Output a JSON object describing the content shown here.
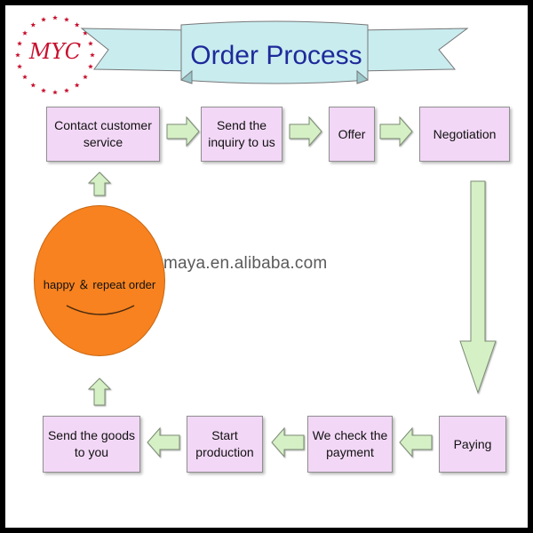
{
  "title": "Order Process",
  "watermark": "maya.en.alibaba.com",
  "logo": {
    "text": "MYC",
    "icon": "star-ring-logo-icon",
    "color": "#c8102e"
  },
  "steps": [
    {
      "id": "contact",
      "label": "Contact customer service"
    },
    {
      "id": "inquiry",
      "label": "Send the inquiry to us"
    },
    {
      "id": "offer",
      "label": "Offer"
    },
    {
      "id": "negotiation",
      "label": "Negotiation"
    },
    {
      "id": "paying",
      "label": "Paying"
    },
    {
      "id": "check-payment",
      "label": "We check the payment"
    },
    {
      "id": "production",
      "label": "Start production"
    },
    {
      "id": "send-goods",
      "label": "Send the goods to you"
    }
  ],
  "center": {
    "label": "happy ＆ repeat order",
    "color": "#f7821f",
    "icon": "smile-icon"
  },
  "colors": {
    "box_fill": "#f2d7f6",
    "arrow_fill": "#d6f0c6",
    "banner_fill": "#c9ecef",
    "title_color": "#1e2a9a"
  }
}
